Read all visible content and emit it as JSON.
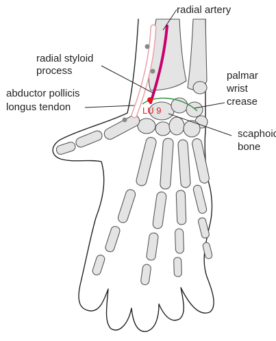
{
  "diagram": {
    "labels": {
      "radial_artery": "radial artery",
      "radial_styloid_line1": "radial styloid",
      "radial_styloid_line2": "process",
      "abductor_line1": "abductor pollicis",
      "abductor_line2": "longus tendon",
      "palmar_line1": "palmar",
      "palmar_line2": "wrist",
      "palmar_line3": "crease",
      "scaphoid_line1": "scaphoid",
      "scaphoid_line2": "bone",
      "point": "LU 9"
    },
    "colors": {
      "artery": "#c8006e",
      "point": "#e8161c",
      "crease": "#2e8b3a",
      "tendon": "#e8a0a8",
      "bone_fill": "#e4e4e4",
      "bone_stroke": "#555555",
      "outline": "#222222",
      "marker_dot": "#888888"
    }
  }
}
